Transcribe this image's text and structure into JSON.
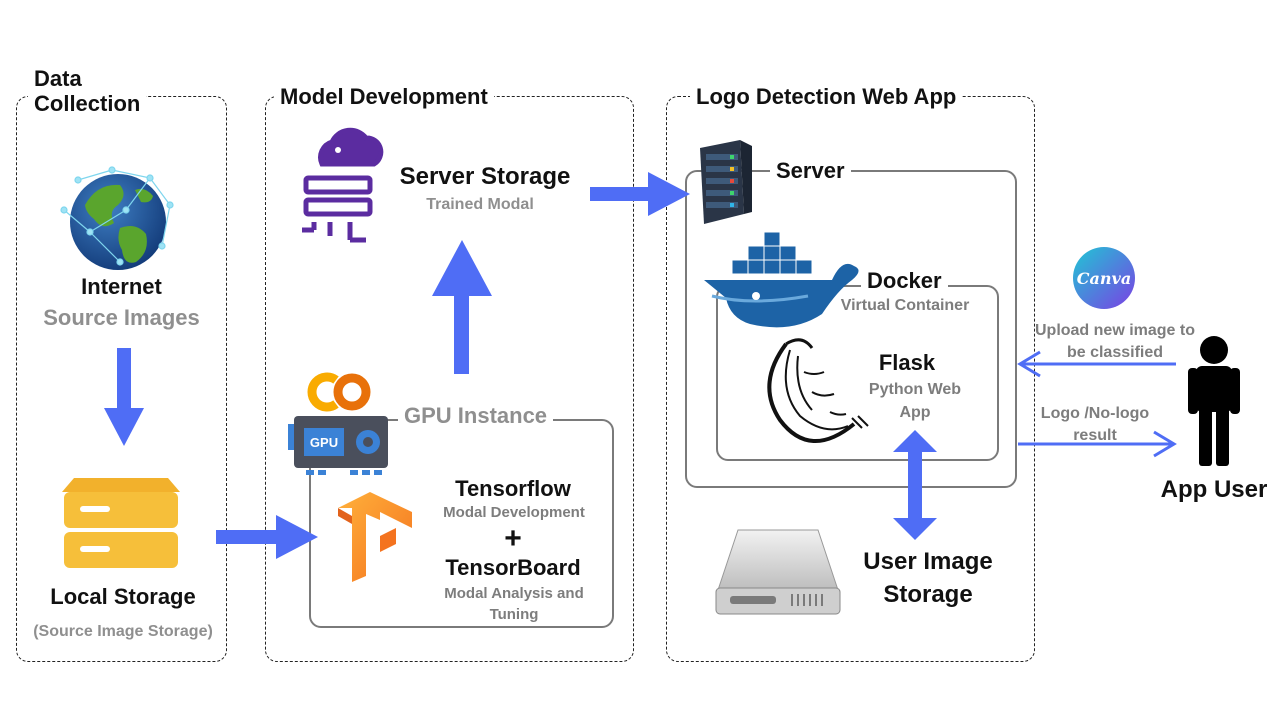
{
  "panels": {
    "data_collection": {
      "title_line1": "Data",
      "title_line2": "Collection",
      "internet_label": "Internet",
      "internet_sub": "Source Images",
      "local_label": "Local Storage",
      "local_sub": "(Source Image Storage)"
    },
    "model_development": {
      "title": "Model Development",
      "server_storage": "Server Storage",
      "server_storage_sub": "Trained Modal",
      "gpu_instance": "GPU Instance",
      "gpu_chip_text": "GPU",
      "tensorflow": "Tensorflow",
      "tensorflow_sub": "Modal Development",
      "plus": "+",
      "tensorboard": "TensorBoard",
      "tensorboard_sub": "Modal Analysis and Tuning"
    },
    "web_app": {
      "title": "Logo Detection Web App",
      "server": "Server",
      "docker": "Docker",
      "docker_sub": "Virtual Container",
      "flask": "Flask",
      "flask_sub": "Python Web App",
      "user_storage": "User Image Storage"
    }
  },
  "user": {
    "canva_logo_text": "Canva",
    "upload_label": "Upload new image to be classified",
    "result_label": "Logo /No-logo result",
    "app_user": "App User"
  },
  "colors": {
    "arrow": "#4f6df5",
    "storage_yellow": "#f6bf3a",
    "muted_text": "#8f8f8f",
    "canva_gradient_start": "#1fc7d4",
    "canva_gradient_end": "#7b3fe4"
  }
}
